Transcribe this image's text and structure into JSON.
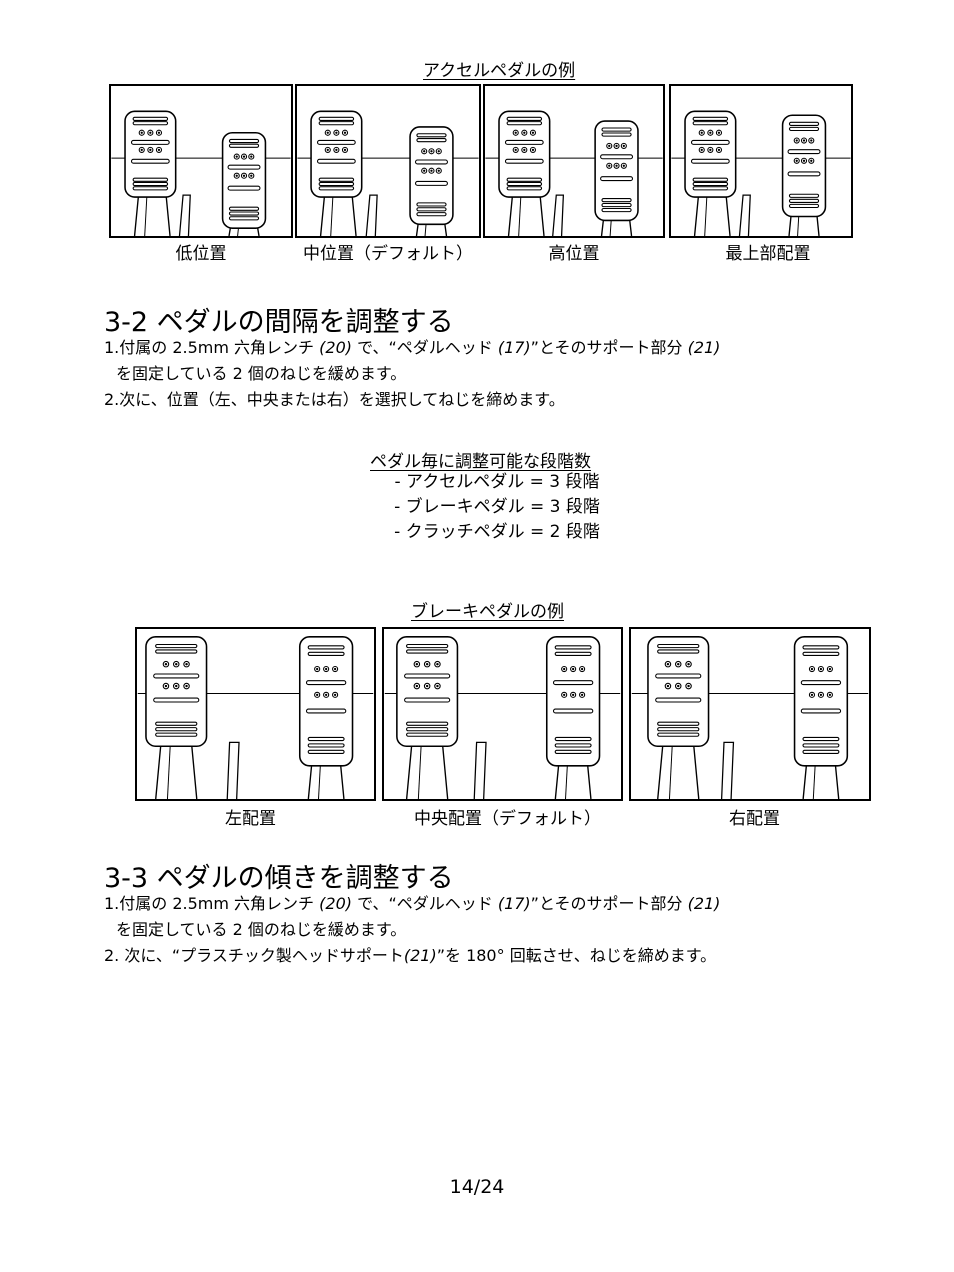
{
  "accel": {
    "caption": "アクセルペダルの例",
    "labels": [
      "低位置",
      "中位置（デフォルト）",
      "高位置",
      "最上部配置"
    ],
    "heights": [
      3,
      2,
      1,
      0
    ]
  },
  "s32": {
    "title": "3-2 ペダルの間隔を調整する",
    "line1_a": "1.付属の 2.5mm 六角レンチ ",
    "line1_b": "(20)",
    "line1_c": " で、“ペダルヘッド ",
    "line1_d": "(17)",
    "line1_e": "”とそのサポート部分 ",
    "line1_f": "(21)",
    "line2": "を固定している 2 個のねじを緩めます。",
    "line3": "2.次に、位置（左、中央または右）を選択してねじを締めます。"
  },
  "steps": {
    "caption": "ペダル毎に調整可能な段階数",
    "items": [
      "- アクセルペダル = 3 段階",
      "- ブレーキペダル = 3 段階",
      "- クラッチペダル = 2 段階"
    ]
  },
  "brake": {
    "caption": "ブレーキペダルの例",
    "labels": [
      "左配置",
      "中央配置（デフォルト）",
      "右配置"
    ],
    "offsets": [
      -1,
      0,
      1
    ]
  },
  "s33": {
    "title": "3-3 ペダルの傾きを調整する",
    "line1_a": "1.付属の 2.5mm 六角レンチ ",
    "line1_b": "(20)",
    "line1_c": " で、“ペダルヘッド ",
    "line1_d": "(17)",
    "line1_e": "”とそのサポート部分 ",
    "line1_f": "(21)",
    "line2": "を固定している 2 個のねじを緩めます。",
    "line3_a": "2. 次に、“プラスチック製ヘッドサポート",
    "line3_b": "(21)",
    "line3_c": "”を 180°  回転させ、ねじを締めます。"
  },
  "footer": {
    "page": "14/24"
  }
}
